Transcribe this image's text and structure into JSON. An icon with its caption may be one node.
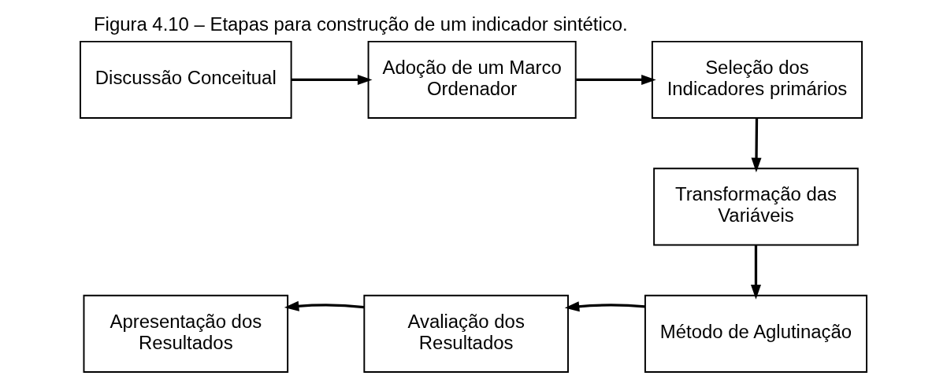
{
  "diagram": {
    "title": "Figura 4.10 – Etapas para construção de um indicador sintético.",
    "nodes": [
      {
        "text": [
          "Discussão Conceitual"
        ]
      },
      {
        "text": [
          "Adoção de um Marco Ordenador"
        ]
      },
      {
        "text": [
          "Seleção dos Indicadores primários"
        ]
      },
      {
        "text": [
          "Transformação das Variáveis"
        ]
      },
      {
        "text": [
          "Método de Aglutinação"
        ]
      },
      {
        "text": [
          "Avaliação dos Resultados"
        ]
      },
      {
        "text": [
          "Apresentação dos Resultados"
        ]
      }
    ],
    "edges": [
      {
        "from": 0,
        "to": 1,
        "arrow": "to"
      },
      {
        "from": 1,
        "to": 2,
        "arrow": "to"
      },
      {
        "from": 2,
        "to": 3,
        "arrow": "to"
      },
      {
        "from": 3,
        "to": 4,
        "arrow": "to"
      },
      {
        "from": 4,
        "to": 5,
        "arrow": "to"
      },
      {
        "from": 5,
        "to": 6,
        "arrow": "to"
      }
    ]
  }
}
